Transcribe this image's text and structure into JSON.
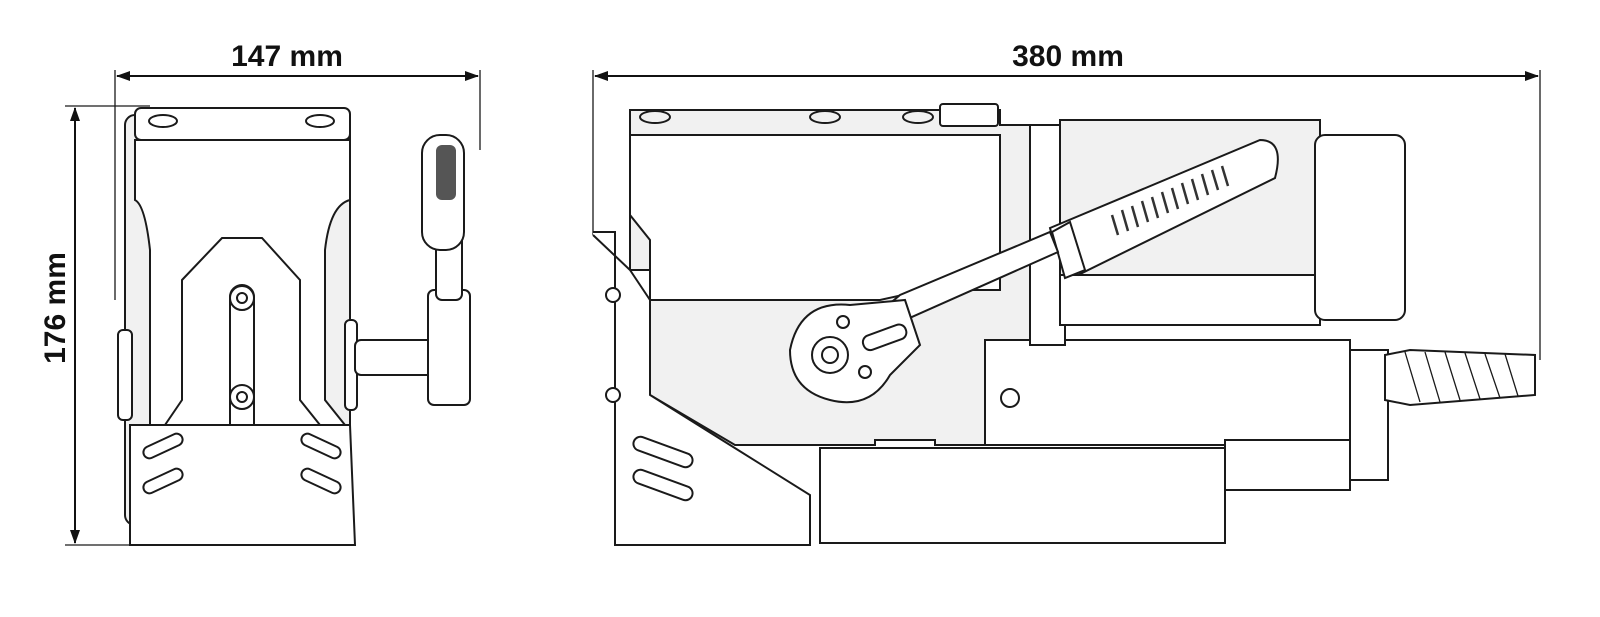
{
  "dimensions": {
    "width_front": "147 mm",
    "length_side": "380 mm",
    "height": "176 mm"
  }
}
